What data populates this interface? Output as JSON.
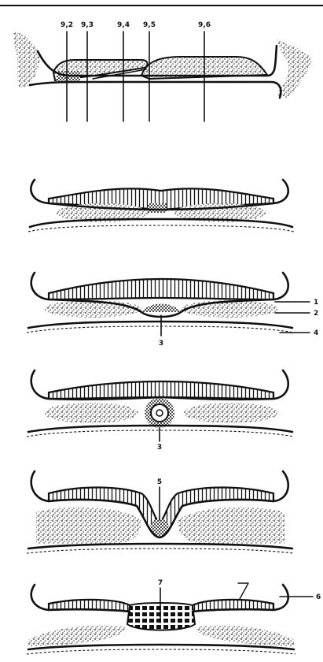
{
  "top_labels": [
    "9,2",
    "9,3",
    "9,4",
    "9,5",
    "9,6"
  ],
  "side_labels": [
    "1",
    "2",
    "3",
    "4"
  ],
  "center_labels": {
    "s3": "3",
    "s4": "3",
    "s5": "5",
    "s6": "7"
  },
  "handwritten_mark": "7",
  "label_6": "6",
  "colors": {
    "ink": "#111111",
    "paper": "#ffffff"
  }
}
